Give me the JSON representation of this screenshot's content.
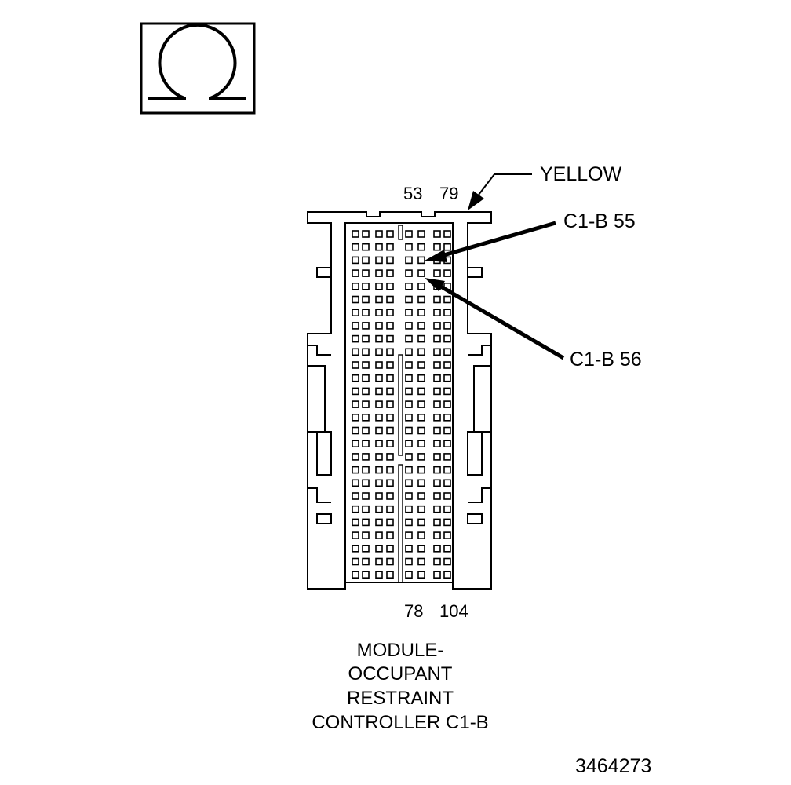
{
  "symbol": {
    "icon": "ohm-icon"
  },
  "connector": {
    "color_label": "YELLOW",
    "top_pin_labels": [
      "53",
      "79"
    ],
    "bottom_pin_labels": [
      "78",
      "104"
    ],
    "callouts": [
      {
        "label": "C1-B 55"
      },
      {
        "label": "C1-B 56"
      }
    ],
    "title_lines": [
      "MODULE-",
      "OCCUPANT",
      "RESTRAINT",
      "CONTROLLER C1-B"
    ]
  },
  "figure_number": "3464273"
}
